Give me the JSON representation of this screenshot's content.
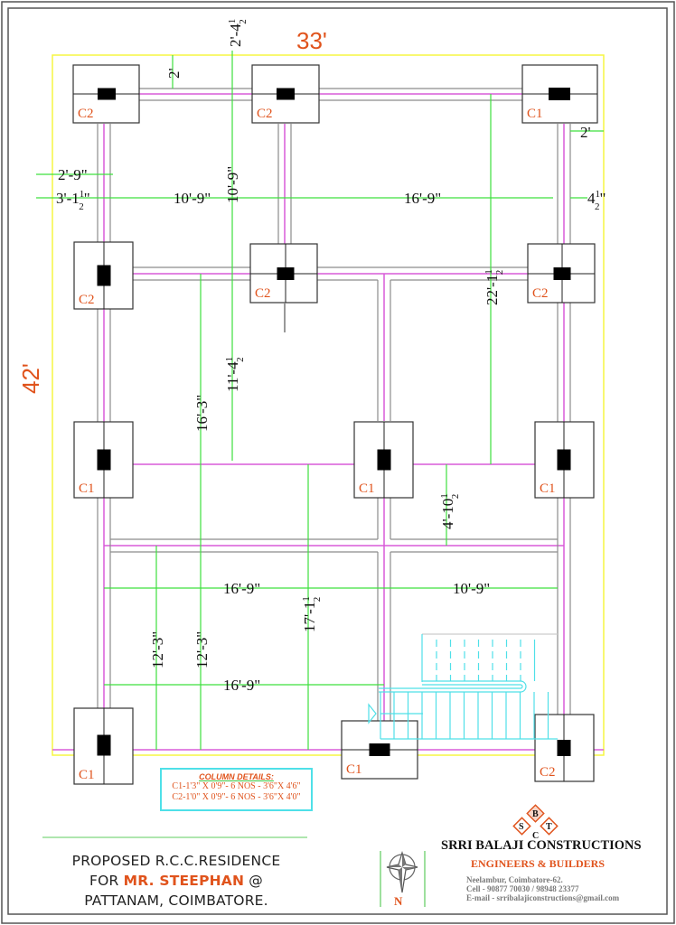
{
  "drawing": {
    "overall_width": "33'",
    "overall_depth": "42'",
    "colors": {
      "border": "#555555",
      "plot_outline": "#f5f542",
      "beam_centerline": "#d85bd8",
      "beam_edge": "#8c8c8c",
      "dimension_line": "#3ee03e",
      "staircase": "#4fe0e8",
      "column_tag": "#e0531c",
      "column_fill": "#000000"
    },
    "columns": [
      {
        "tag": "C2",
        "position": "top-left"
      },
      {
        "tag": "C2",
        "position": "top-middle"
      },
      {
        "tag": "C1",
        "position": "top-right"
      },
      {
        "tag": "C2",
        "position": "row2-left"
      },
      {
        "tag": "C2",
        "position": "row2-middle"
      },
      {
        "tag": "C2",
        "position": "row2-right"
      },
      {
        "tag": "C1",
        "position": "row3-left"
      },
      {
        "tag": "C1",
        "position": "row3-middle"
      },
      {
        "tag": "C1",
        "position": "row3-right"
      },
      {
        "tag": "C1",
        "position": "bottom-left"
      },
      {
        "tag": "C1",
        "position": "bottom-middle"
      },
      {
        "tag": "C2",
        "position": "bottom-right"
      }
    ],
    "dimensions": {
      "top_offset_vertical": "2'-4½\"",
      "top_setback": "2'",
      "right_setback": "2'",
      "left_setback_a": "2'-9\"",
      "left_setback_b": "3'-1½\"",
      "right_setback_b": "4½\"",
      "bay_left_width": "10'-9\"",
      "bay_right_width": "16'-9\"",
      "row1_to_row2": "10'-9\"",
      "row2_to_row3_left": "11'-4½\"",
      "row2_to_bottom": "16'-3\"",
      "right_span_vertical": "22'-1½\"",
      "row3_to_midbeam": "4'-10½\"",
      "lower_width_left": "16'-9\"",
      "lower_width_right": "10'-9\"",
      "lower_height_a": "12'-3\"",
      "lower_height_b": "12'-3\"",
      "lower_height_c": "17'-1½\"",
      "bottom_width": "16'-9\""
    }
  },
  "dim_labels": {
    "top_offset": "2'-4",
    "half": "1",
    "half_den": "2",
    "top_setback": "2'",
    "right_setback": "2'",
    "left_a": "2'-9\"",
    "left_b": "3'-1",
    "right_b": "4",
    "bay_left": "10'-9\"",
    "bay_right": "16'-9\"",
    "row1_row2": "10'-9\"",
    "row2_row3": "11'-4",
    "row2_bottom": "16'-3\"",
    "right_span": "22'-1",
    "mid_gap": "4'-10",
    "lower_left": "16'-9\"",
    "lower_right": "10'-9\"",
    "lower_h_a": "12'-3\"",
    "lower_h_b": "12'-3\"",
    "lower_h_c": "17'-1",
    "bottom_w": "16'-9\"",
    "inch_mark": "\""
  },
  "column_details": {
    "heading": "COLUMN DETAILS:",
    "rows": [
      "C1-1'3\" X 0'9\"- 6 NOS - 3'6\"X 4'6\"",
      "C2-1'0\" X 0'9\"- 6 NOS - 3'6\"X 4'0\""
    ]
  },
  "title_block": {
    "line1": "PROPOSED R.C.C.RESIDENCE",
    "line2_prefix": "FOR ",
    "client": "MR. STEEPHAN",
    "line2_suffix": " @",
    "line3": "PATTANAM, COIMBATORE."
  },
  "north_arrow": {
    "label": "N"
  },
  "company": {
    "logo_letters": [
      "S",
      "B",
      "T",
      "C"
    ],
    "name": "SRRI BALAJI CONSTRUCTIONS",
    "tagline": "ENGINEERS & BUILDERS",
    "address": "Neelambur, Coimbatore-62.",
    "phone": "Cell - 90877 70030 / 98948 23377",
    "email": "E-mail - srribalajiconstructions@gmail.com"
  }
}
